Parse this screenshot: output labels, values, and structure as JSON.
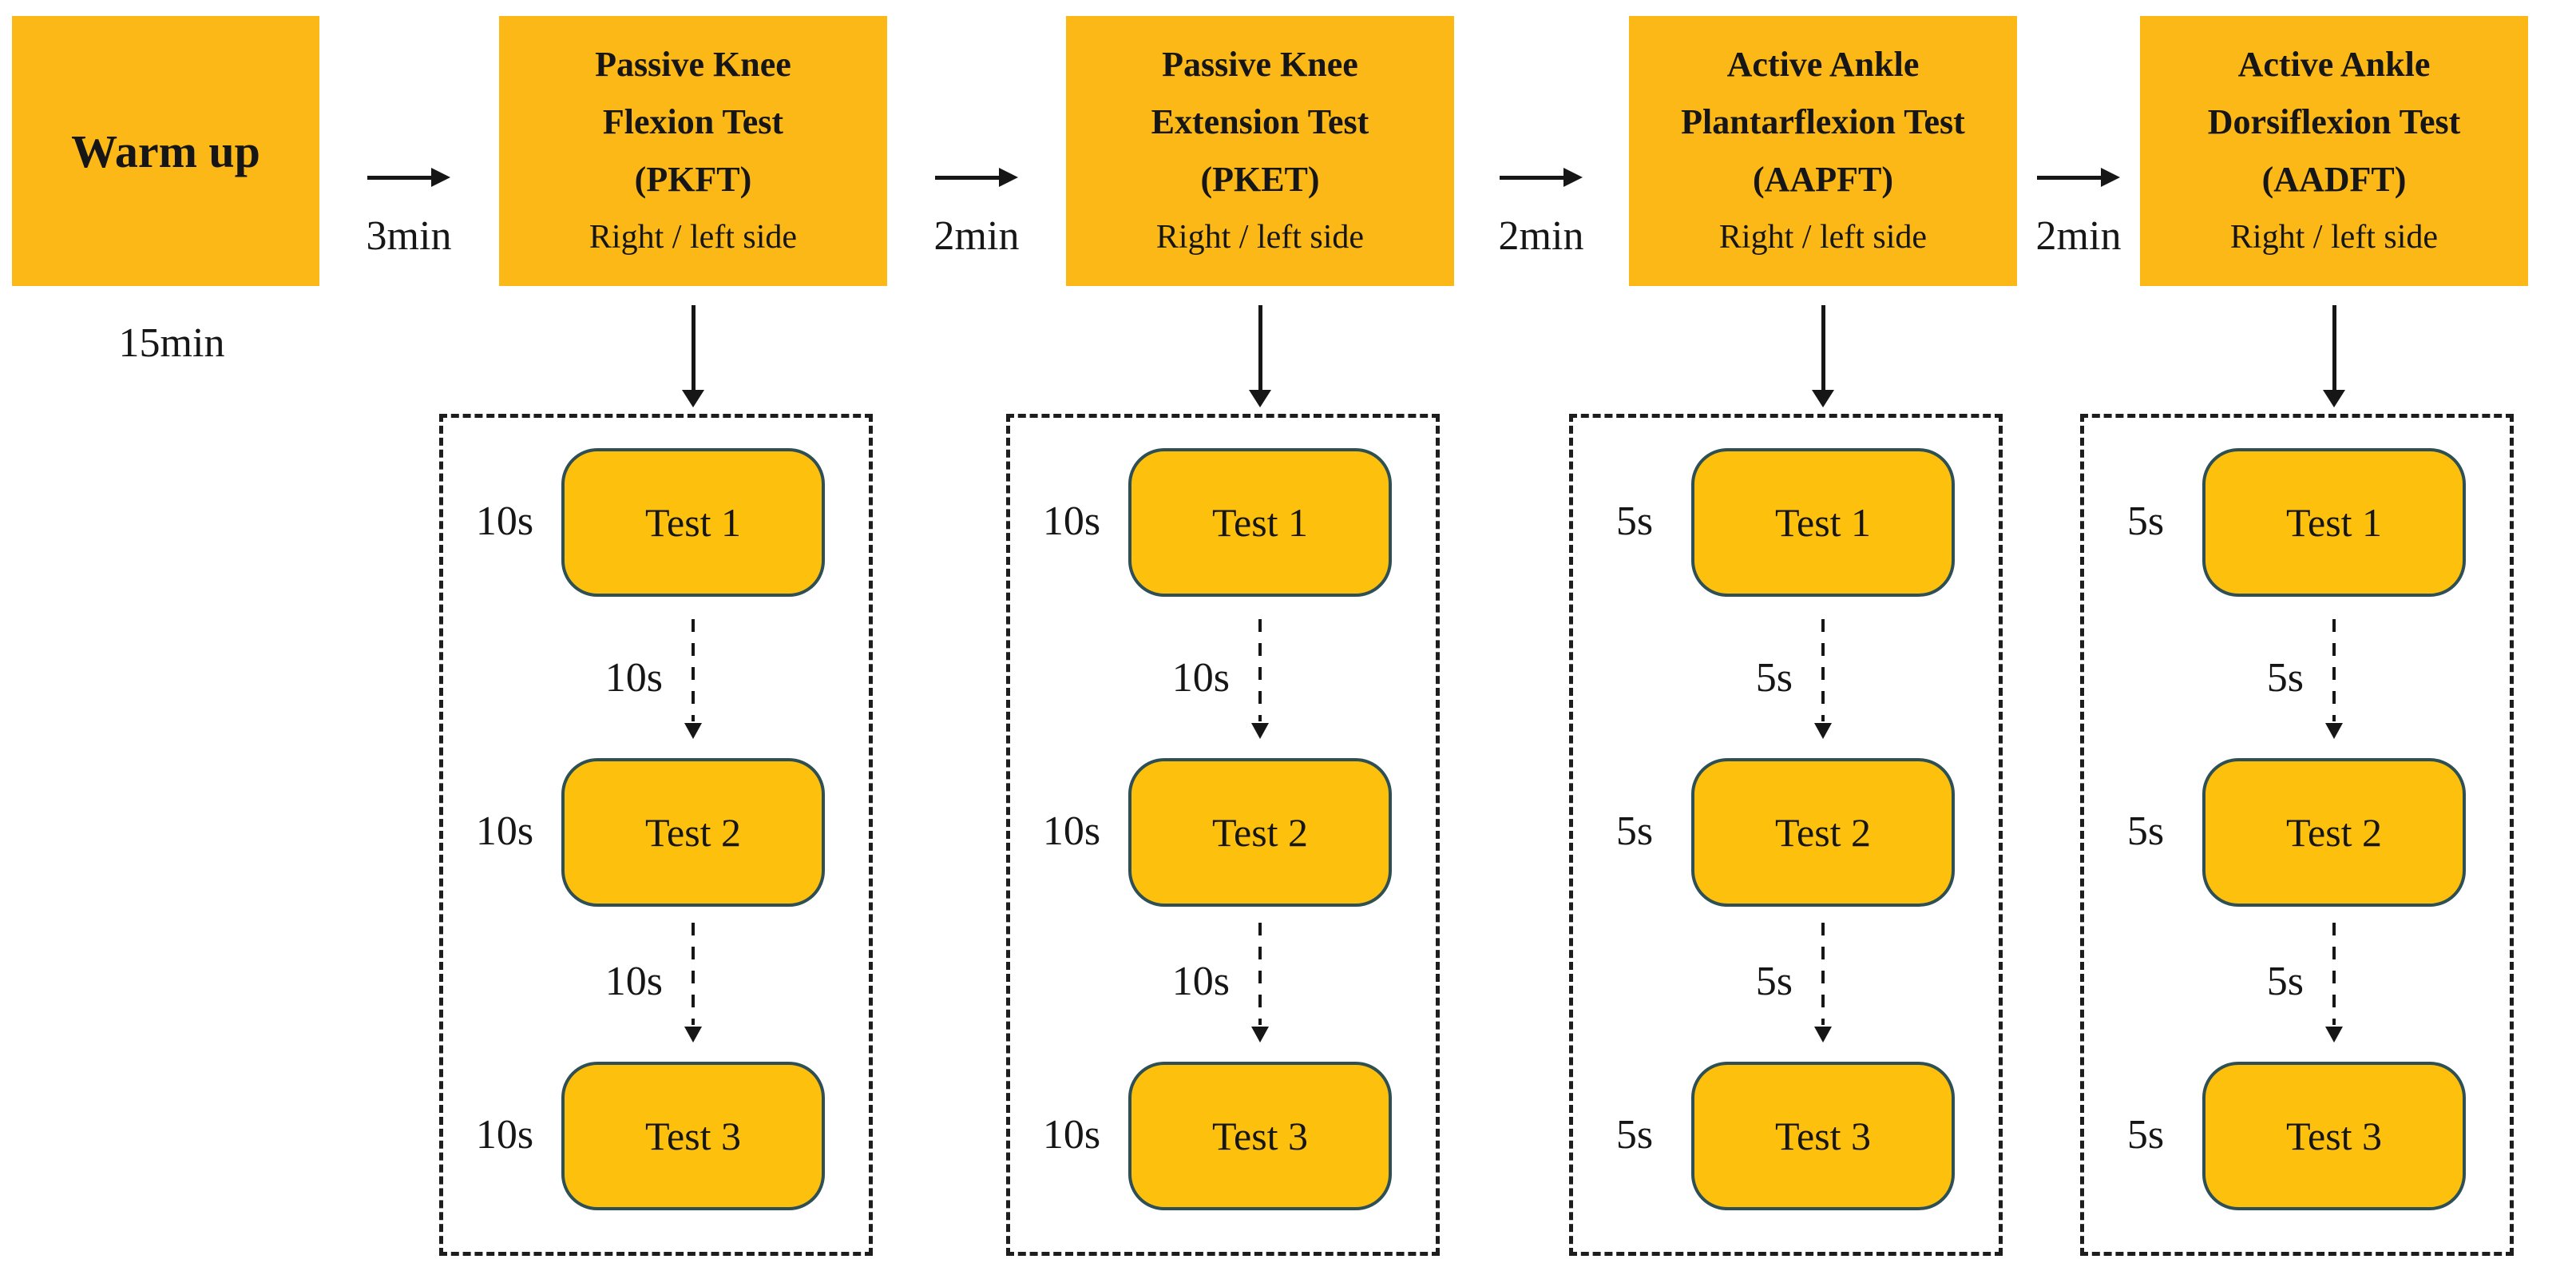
{
  "colors": {
    "stage_fill": "#FBB817",
    "test_fill": "#FDC00D",
    "test_border": "#2E4F54",
    "ink": "#161616"
  },
  "warmup": {
    "label": "Warm up",
    "duration": "15min"
  },
  "connectors": [
    {
      "duration": "3min"
    },
    {
      "duration": "2min"
    },
    {
      "duration": "2min"
    },
    {
      "duration": "2min"
    }
  ],
  "stages": [
    {
      "line1": "Passive Knee",
      "line2": "Flexion Test",
      "line3": "(PKFT)",
      "sides": "Right / left side"
    },
    {
      "line1": "Passive Knee",
      "line2": "Extension Test",
      "line3": "(PKET)",
      "sides": "Right / left side"
    },
    {
      "line1": "Active Ankle",
      "line2": "Plantarflexion Test",
      "line3": "(AAPFT)",
      "sides": "Right / left side"
    },
    {
      "line1": "Active Ankle",
      "line2": "Dorsiflexion Test",
      "line3": "(AADFT)",
      "sides": "Right / left side"
    }
  ],
  "sequences": [
    {
      "tests": [
        {
          "label": "Test 1",
          "hold": "10s"
        },
        {
          "label": "Test 2",
          "hold": "10s"
        },
        {
          "label": "Test 3",
          "hold": "10s"
        }
      ],
      "rests": [
        {
          "duration": "10s"
        },
        {
          "duration": "10s"
        }
      ]
    },
    {
      "tests": [
        {
          "label": "Test 1",
          "hold": "10s"
        },
        {
          "label": "Test 2",
          "hold": "10s"
        },
        {
          "label": "Test 3",
          "hold": "10s"
        }
      ],
      "rests": [
        {
          "duration": "10s"
        },
        {
          "duration": "10s"
        }
      ]
    },
    {
      "tests": [
        {
          "label": "Test 1",
          "hold": "5s"
        },
        {
          "label": "Test 2",
          "hold": "5s"
        },
        {
          "label": "Test 3",
          "hold": "5s"
        }
      ],
      "rests": [
        {
          "duration": "5s"
        },
        {
          "duration": "5s"
        }
      ]
    },
    {
      "tests": [
        {
          "label": "Test 1",
          "hold": "5s"
        },
        {
          "label": "Test 2",
          "hold": "5s"
        },
        {
          "label": "Test 3",
          "hold": "5s"
        }
      ],
      "rests": [
        {
          "duration": "5s"
        },
        {
          "duration": "5s"
        }
      ]
    }
  ]
}
